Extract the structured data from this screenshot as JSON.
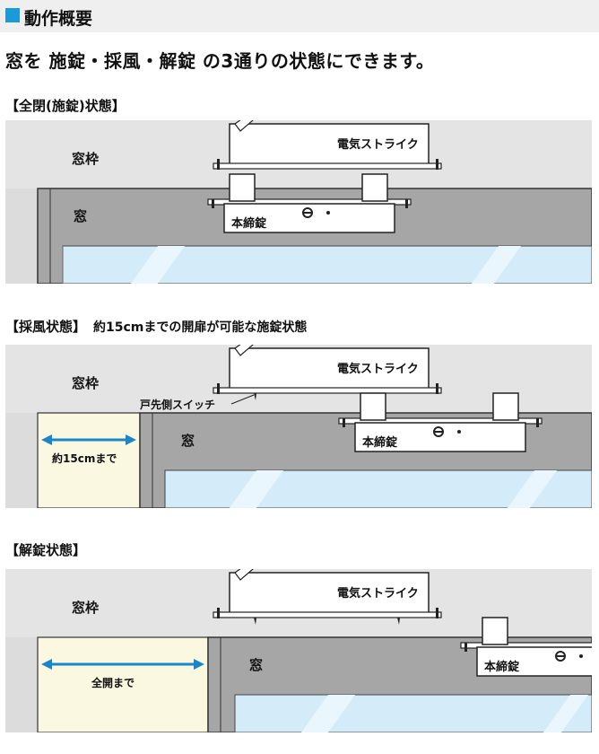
{
  "header": {
    "title": "動作概要"
  },
  "summary": "窓を 施錠・採風・解錠 の3通りの状態にできます。",
  "states": [
    {
      "title": "【全閉(施錠)状態】",
      "note": ""
    },
    {
      "title": "【採風状態】",
      "note": "約15cmまでの開扉が可能な施錠状態"
    },
    {
      "title": "【解錠状態】",
      "note": ""
    }
  ],
  "labels": {
    "frame": "窓枠",
    "window": "窓",
    "strike": "電気ストライク",
    "lock": "本締錠",
    "switch": "戸先側スイッチ",
    "vent_width": "約15cmまで",
    "full_open": "全開まで"
  },
  "colors": {
    "accent": "#1a9ad6",
    "wall": "#dcdcdc",
    "window_frame": "#a7a7a7",
    "glass": "#cfe8f6",
    "opening": "#fbf8e2",
    "arrow": "#1a86c8"
  }
}
